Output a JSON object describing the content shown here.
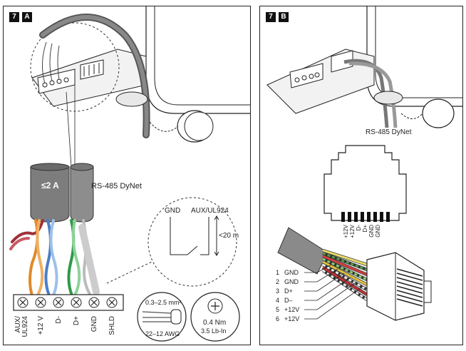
{
  "panel_a": {
    "step": "7",
    "letter": "A",
    "current_label": "≤2 A",
    "bus_label": "RS-485 DyNet",
    "detail": {
      "gnd": "GND",
      "aux": "AUX/UL924",
      "length": "<20 m"
    },
    "terminals": [
      "AUX/UL924",
      "+12 V",
      "D-",
      "D+",
      "GND",
      "SHLD"
    ],
    "wire_spec": {
      "area": "0.3–2.5 mm²",
      "gauge": "22–12 AWG"
    },
    "torque": {
      "nm": "0.4 Nm",
      "lbin": "3.5 Lb-In"
    }
  },
  "panel_b": {
    "step": "7",
    "letter": "B",
    "bus_label": "RS-485 DyNet",
    "pin_labels": [
      "+12V",
      "+12V",
      "D-",
      "D+",
      "GND",
      "GND"
    ],
    "wires": [
      {
        "num": "1",
        "name": "GND"
      },
      {
        "num": "2",
        "name": "GND"
      },
      {
        "num": "3",
        "name": "D+"
      },
      {
        "num": "4",
        "name": "D–"
      },
      {
        "num": "5",
        "name": "+12V"
      },
      {
        "num": "6",
        "name": "+12V"
      }
    ]
  }
}
